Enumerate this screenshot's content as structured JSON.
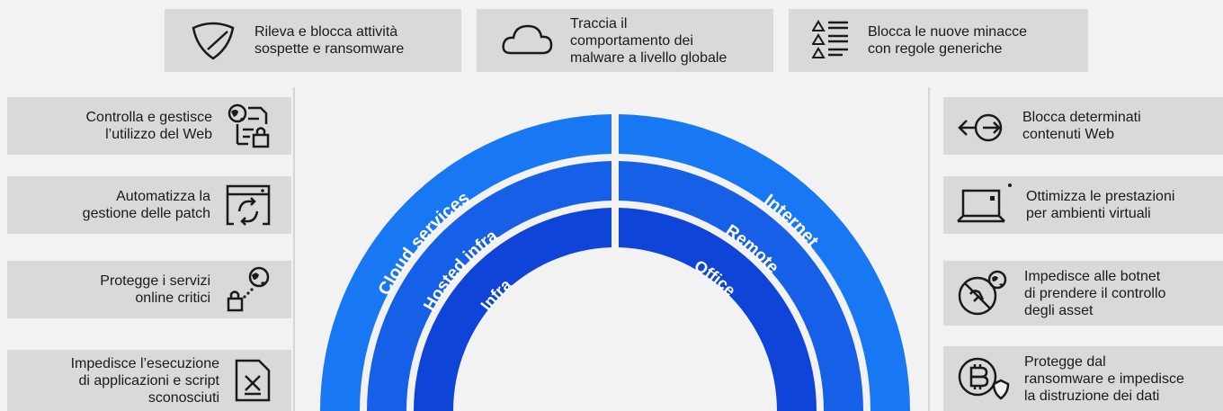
{
  "top_cards": [
    {
      "icon": "shield-icon",
      "text": "Rileva e blocca attività\nsospette e ransomware"
    },
    {
      "icon": "cloud-icon",
      "text": "Traccia il\ncomportamento dei\nmalware a livello globale"
    },
    {
      "icon": "rules-list-icon",
      "text": "Blocca le nuove minacce\ncon regole generiche"
    }
  ],
  "left_cards": [
    {
      "icon": "web-policy-icon",
      "text": "Controlla e gestisce\nl’utilizzo del Web"
    },
    {
      "icon": "patch-update-icon",
      "text": "Automatizza la\ngestione delle patch"
    },
    {
      "icon": "lock-globe-icon",
      "text": "Protegge i servizi\nonline critici"
    },
    {
      "icon": "blocked-script-icon",
      "text": "Impedisce l’esecuzione\ndi applicazioni e script\nsconosciuti"
    }
  ],
  "right_cards": [
    {
      "icon": "web-block-icon",
      "text": "Blocca determinati\ncontenuti Web"
    },
    {
      "icon": "virtual-laptop-icon",
      "text": "Ottimizza le prestazioni\nper ambienti virtuali"
    },
    {
      "icon": "botnet-block-icon",
      "text": "Impedisce alle botnet\ndi prendere il controllo\ndegli asset"
    },
    {
      "icon": "bitcoin-shield-icon",
      "text": "Protegge dal\nransomware e impedisce\nla distruzione dei dati"
    }
  ],
  "rings": {
    "outer": {
      "left_label": "Cloud services",
      "right_label": "Internet"
    },
    "middle": {
      "left_label": "Hosted infra",
      "right_label": "Remote"
    },
    "inner": {
      "left_label": "Infra",
      "right_label": "Office"
    }
  },
  "colors": {
    "outer_ring": "#1877f2",
    "middle_ring": "#1560e6",
    "inner_ring": "#0f44d8",
    "card_bg": "#d9d9d9",
    "page_bg": "#f2f2f2"
  }
}
